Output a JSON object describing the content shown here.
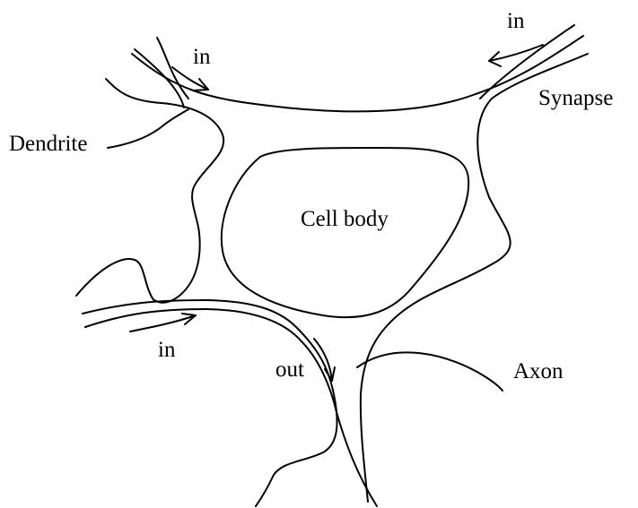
{
  "diagram": {
    "labels": {
      "in_top": "in",
      "in_top_right": "in",
      "synapse": "Synapse",
      "dendrite": "Dendrite",
      "cell_body": "Cell body",
      "in_left": "in",
      "out": "out",
      "axon": "Axon"
    },
    "colors": {
      "stroke": "#000000",
      "background": "#ffffff"
    }
  }
}
